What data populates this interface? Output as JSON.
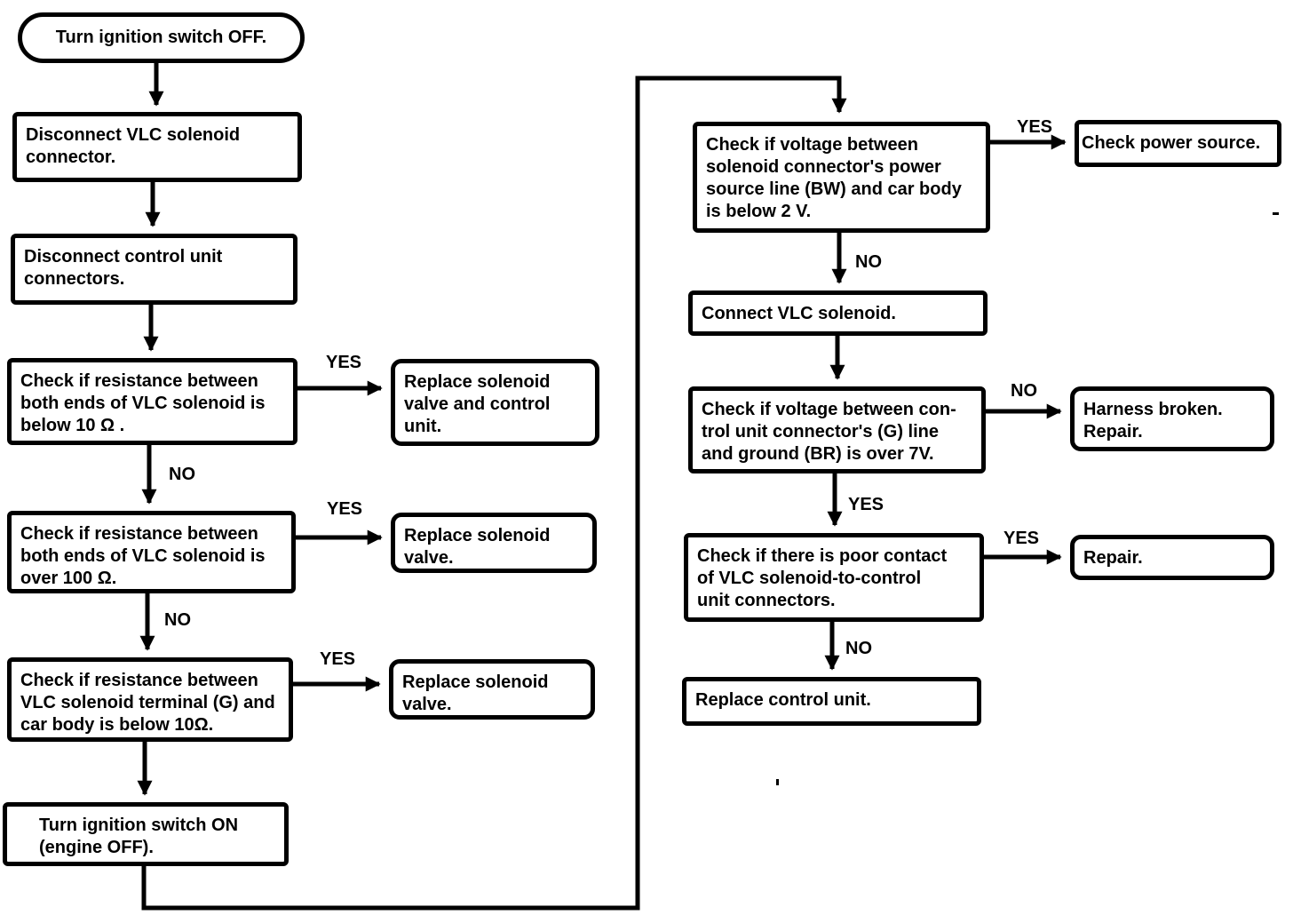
{
  "diagram": {
    "type": "flowchart",
    "topic": "VLC solenoid circuit troubleshooting",
    "colors": {
      "background": "#ffffff",
      "line": "#000000",
      "text": "#000000"
    },
    "nodes": {
      "start": {
        "shape": "terminator",
        "label": "Turn ignition switch OFF."
      },
      "disconnect_solenoid": {
        "shape": "process",
        "label": "Disconnect VLC solenoid\nconnector."
      },
      "disconnect_control_unit": {
        "shape": "process",
        "label": "Disconnect control unit\nconnectors."
      },
      "check_resistance_below_10": {
        "shape": "decision",
        "label": "Check if resistance between\nboth ends of VLC solenoid is\nbelow 10 Ω ."
      },
      "replace_solenoid_valve_and_control_unit": {
        "shape": "action",
        "label": "Replace solenoid\nvalve and control\nunit."
      },
      "check_resistance_over_100": {
        "shape": "decision",
        "label": "Check if resistance between\nboth ends of VLC solenoid is\nover 100 Ω."
      },
      "replace_solenoid_valve_1": {
        "shape": "action",
        "label": "Replace solenoid\nvalve."
      },
      "check_terminal_to_body": {
        "shape": "decision",
        "label": "Check if resistance between\nVLC solenoid terminal (G) and\ncar body is below 10Ω."
      },
      "replace_solenoid_valve_2": {
        "shape": "action",
        "label": "Replace solenoid\nvalve."
      },
      "ignition_on": {
        "shape": "process",
        "label": "Turn ignition switch ON\n(engine OFF)."
      },
      "check_voltage_below_2v": {
        "shape": "decision",
        "label": "Check if voltage between\nsolenoid connector's power\nsource line (BW) and car body\nis below 2 V."
      },
      "check_power_source": {
        "shape": "action",
        "label": "Check power source."
      },
      "connect_solenoid": {
        "shape": "process",
        "label": "Connect VLC solenoid."
      },
      "check_voltage_over_7v": {
        "shape": "decision",
        "label": "Check if voltage between con-\ntrol unit connector's (G) line\nand ground (BR) is over 7V."
      },
      "harness_broken_repair": {
        "shape": "action",
        "label": "Harness broken.\nRepair."
      },
      "check_poor_contact": {
        "shape": "decision",
        "label": "Check if there is poor contact\nof VLC solenoid-to-control\nunit connectors."
      },
      "repair": {
        "shape": "action",
        "label": "Repair."
      },
      "replace_control_unit": {
        "shape": "action",
        "label": "Replace control unit."
      }
    },
    "edges": [
      {
        "from": "start",
        "to": "disconnect_solenoid",
        "label": ""
      },
      {
        "from": "disconnect_solenoid",
        "to": "disconnect_control_unit",
        "label": ""
      },
      {
        "from": "disconnect_control_unit",
        "to": "check_resistance_below_10",
        "label": ""
      },
      {
        "from": "check_resistance_below_10",
        "to": "replace_solenoid_valve_and_control_unit",
        "label": "YES"
      },
      {
        "from": "check_resistance_below_10",
        "to": "check_resistance_over_100",
        "label": "NO"
      },
      {
        "from": "check_resistance_over_100",
        "to": "replace_solenoid_valve_1",
        "label": "YES"
      },
      {
        "from": "check_resistance_over_100",
        "to": "check_terminal_to_body",
        "label": "NO"
      },
      {
        "from": "check_terminal_to_body",
        "to": "replace_solenoid_valve_2",
        "label": "YES"
      },
      {
        "from": "check_terminal_to_body",
        "to": "ignition_on",
        "label": "NO"
      },
      {
        "from": "ignition_on",
        "to": "check_voltage_below_2v",
        "label": ""
      },
      {
        "from": "check_voltage_below_2v",
        "to": "check_power_source",
        "label": "YES"
      },
      {
        "from": "check_voltage_below_2v",
        "to": "connect_solenoid",
        "label": "NO"
      },
      {
        "from": "connect_solenoid",
        "to": "check_voltage_over_7v",
        "label": ""
      },
      {
        "from": "check_voltage_over_7v",
        "to": "harness_broken_repair",
        "label": "NO"
      },
      {
        "from": "check_voltage_over_7v",
        "to": "check_poor_contact",
        "label": "YES"
      },
      {
        "from": "check_poor_contact",
        "to": "repair",
        "label": "YES"
      },
      {
        "from": "check_poor_contact",
        "to": "replace_control_unit",
        "label": "NO"
      }
    ]
  }
}
